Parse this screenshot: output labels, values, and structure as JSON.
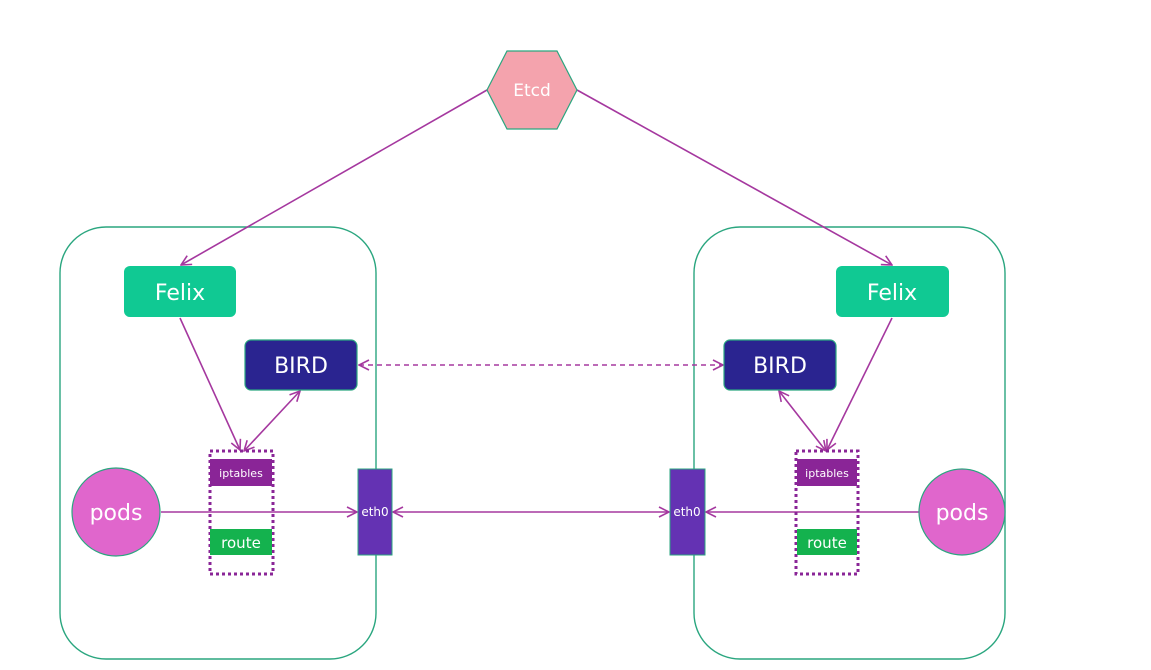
{
  "etcd": {
    "label": "Etcd"
  },
  "nodes": [
    {
      "felix": "Felix",
      "bird": "BIRD",
      "iptables": "iptables",
      "route": "route",
      "pods": "pods",
      "eth0": "eth0"
    },
    {
      "felix": "Felix",
      "bird": "BIRD",
      "iptables": "iptables",
      "route": "route",
      "pods": "pods",
      "eth0": "eth0"
    }
  ],
  "colors": {
    "node_border": "#2aa67f",
    "felix": "#10c993",
    "bird": "#2a2490",
    "iptables": "#8a2597",
    "route": "#14b24e",
    "pods": "#e066cc",
    "eth0": "#6432b3",
    "etcd": "#f4a3ad",
    "arrow": "#a5389f",
    "dashed_box": "#8a2597"
  }
}
